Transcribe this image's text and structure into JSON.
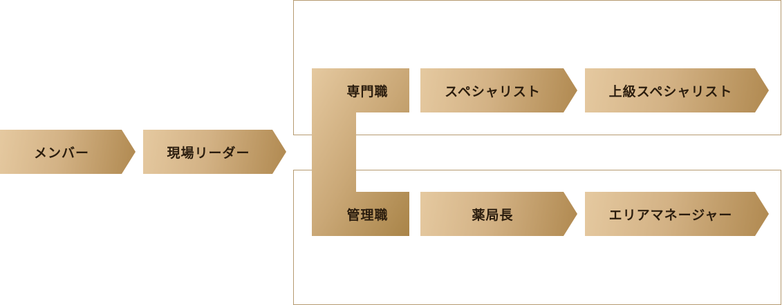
{
  "colors": {
    "border": "#b59a70",
    "gold_light": "#e5c9a0",
    "gold_dark": "#b08950",
    "text": "#2b1d0e"
  },
  "steps": {
    "member": "メンバー",
    "field_leader": "現場リーダー"
  },
  "specialist_track": {
    "label": "専門職",
    "steps": [
      "スペシャリスト",
      "上級スペシャリスト"
    ]
  },
  "management_track": {
    "label": "管理職",
    "steps": [
      "薬局長",
      "エリアマネージャー"
    ]
  }
}
